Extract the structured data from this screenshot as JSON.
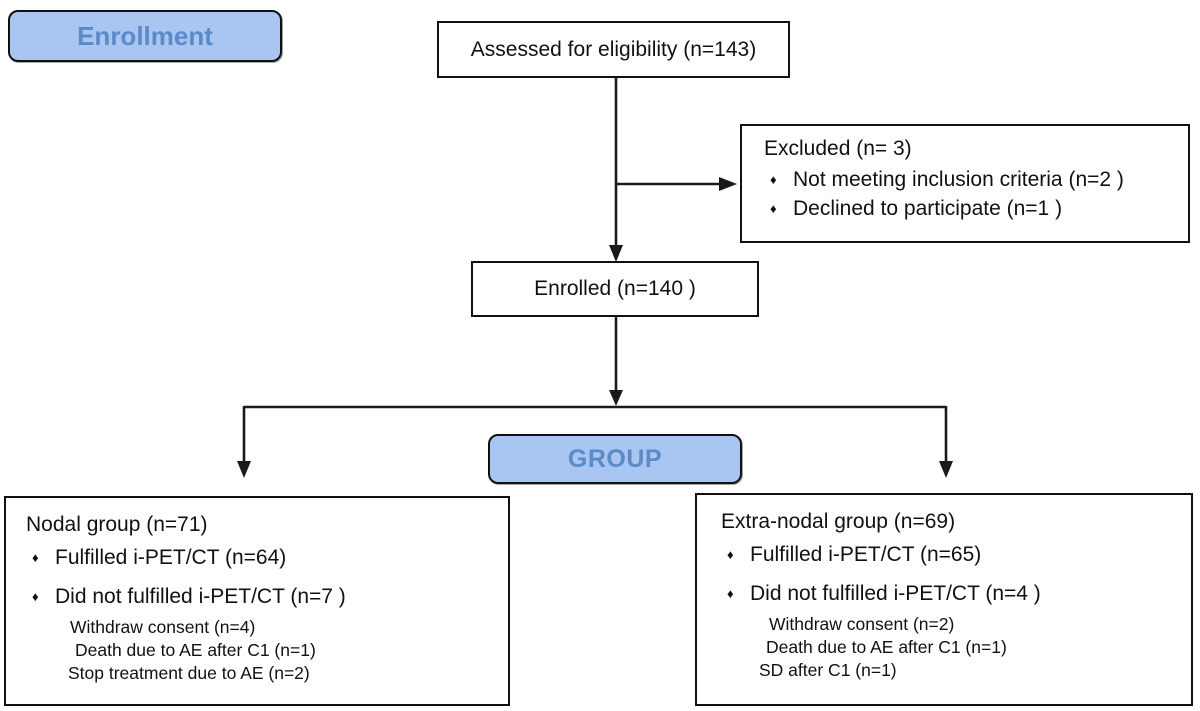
{
  "diagram_title": "Study enrollment flow diagram",
  "bullet_glyph": "♦",
  "colors": {
    "stage_fill": "#a9c5f1",
    "stage_text": "#5b8ac8",
    "line": "#1a1a1a",
    "box_border": "#111111"
  },
  "stages": {
    "enrollment": "Enrollment",
    "group": "GROUP"
  },
  "boxes": {
    "assessed": {
      "text": "Assessed for eligibility (n=143)"
    },
    "excluded": {
      "title": "Excluded (n= 3)",
      "items": [
        "Not meeting inclusion criteria (n=2 )",
        "Declined to participate (n=1 )"
      ]
    },
    "enrolled": {
      "text": "Enrolled (n=140 )"
    },
    "nodal": {
      "title": "Nodal group (n=71)",
      "bullets": [
        "Fulfilled i-PET/CT (n=64)",
        "Did not fulfilled i-PET/CT (n=7 )"
      ],
      "sub_items": [
        "Withdraw consent (n=4)",
        "Death due to AE after C1 (n=1)",
        "Stop treatment due to AE (n=2)"
      ]
    },
    "extra_nodal": {
      "title": "Extra-nodal group (n=69)",
      "bullets": [
        "Fulfilled i-PET/CT (n=65)",
        "Did not fulfilled i-PET/CT (n=4 )"
      ],
      "sub_items": [
        "Withdraw consent (n=2)",
        "Death due to AE after C1 (n=1)",
        "SD after C1 (n=1)"
      ]
    }
  }
}
